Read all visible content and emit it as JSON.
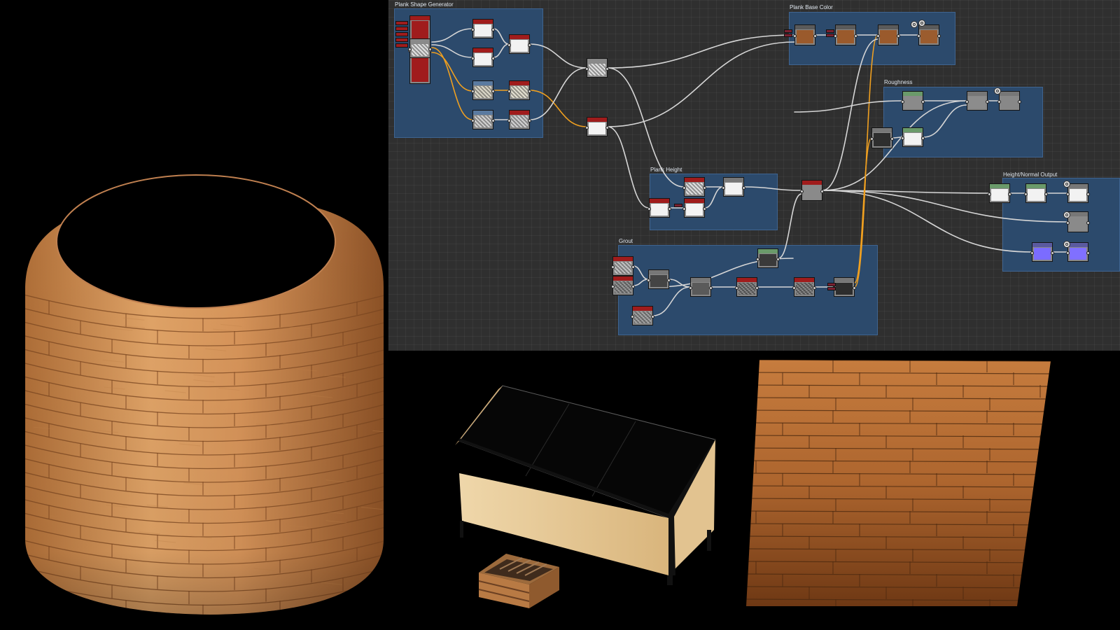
{
  "graph": {
    "frames": {
      "plank_shape_generator": "Plank Shape Generator",
      "plank_base_color": "Plank Base Color",
      "roughness": "Roughness",
      "plank_height": "Plank Height",
      "height_normal_output": "Height/Normal Output",
      "grout": "Grout"
    }
  },
  "colors": {
    "graph_bg": "#2f2f2f",
    "frame_fill": "#2c4a6c",
    "wire": "#d6d6d6",
    "wire_orange": "#f0a020",
    "node_header_red": "#a01c1c",
    "node_header_green": "#6a9a6a",
    "wood_light": "#d89a5c",
    "wood_dark": "#8a4c22",
    "normal_blue": "#7b6cff"
  },
  "viewport_objects": [
    "wood-plank-cylinder",
    "display-bin",
    "wooden-crate",
    "wood-plank-plane"
  ]
}
